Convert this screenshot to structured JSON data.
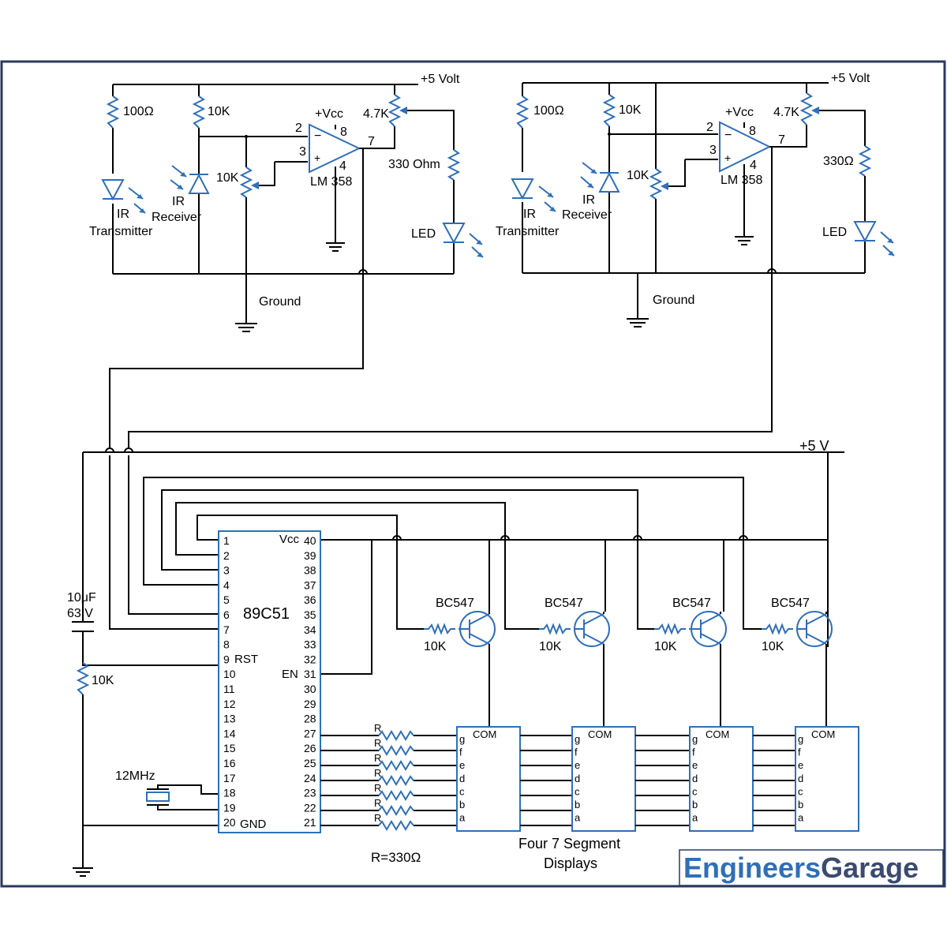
{
  "sensor_left": {
    "supply": "+5 Volt",
    "r_tx": "100Ω",
    "r_rx": "10K",
    "pot": "10K",
    "pot_out": "4.7K",
    "vcc": "+Vcc",
    "opamp": "LM 358",
    "pin2": "2",
    "pin3": "3",
    "pin4": "4",
    "pin7": "7",
    "pin8": "8",
    "r_led": "330 Ohm",
    "led": "LED",
    "tx_line1": "IR",
    "tx_line2": "Transmitter",
    "rx_line1": "IR",
    "rx_line2": "Receiver",
    "ground": "Ground"
  },
  "sensor_right": {
    "supply": "+5 Volt",
    "r_tx": "100Ω",
    "r_rx": "10K",
    "pot": "10K",
    "pot_out": "4.7K",
    "vcc": "+Vcc",
    "opamp": "LM 358",
    "pin2": "2",
    "pin3": "3",
    "pin4": "4",
    "pin7": "7",
    "pin8": "8",
    "r_led": "330Ω",
    "led": "LED",
    "tx_line1": "IR",
    "tx_line2": "Transmitter",
    "rx_line1": "IR",
    "rx_line2": "Receiver",
    "ground": "Ground"
  },
  "supply_main": "+5 V",
  "mcu": {
    "name": "89C51",
    "vcc": "Vcc",
    "rst": "RST",
    "en": "EN",
    "gnd": "GND",
    "left_pins": [
      "1",
      "2",
      "3",
      "4",
      "5",
      "6",
      "7",
      "8",
      "9",
      "10",
      "11",
      "12",
      "13",
      "14",
      "15",
      "16",
      "17",
      "18",
      "19",
      "20"
    ],
    "right_pins": [
      "40",
      "39",
      "38",
      "37",
      "36",
      "35",
      "34",
      "33",
      "32",
      "31",
      "30",
      "29",
      "28",
      "27",
      "26",
      "25",
      "24",
      "23",
      "22",
      "21"
    ]
  },
  "cap": {
    "value": "10μF",
    "voltage": "63 V"
  },
  "reset_res": "10K",
  "crystal": "12MHz",
  "transistors": [
    {
      "name": "BC547",
      "base_res": "10K"
    },
    {
      "name": "BC547",
      "base_res": "10K"
    },
    {
      "name": "BC547",
      "base_res": "10K"
    },
    {
      "name": "BC547",
      "base_res": "10K"
    }
  ],
  "seg_res_label": "R",
  "seg_res_note": "R=330Ω",
  "display": {
    "com": "COM",
    "segments": [
      "g",
      "f",
      "e",
      "d",
      "c",
      "b",
      "a"
    ],
    "caption_line1": "Four 7 Segment",
    "caption_line2": "Displays"
  },
  "logo": {
    "part1": "Engineers",
    "part2": "Garage"
  },
  "colors": {
    "component": "#2f6fb9",
    "wire": "#000000",
    "logo": "#2f6fb9"
  }
}
